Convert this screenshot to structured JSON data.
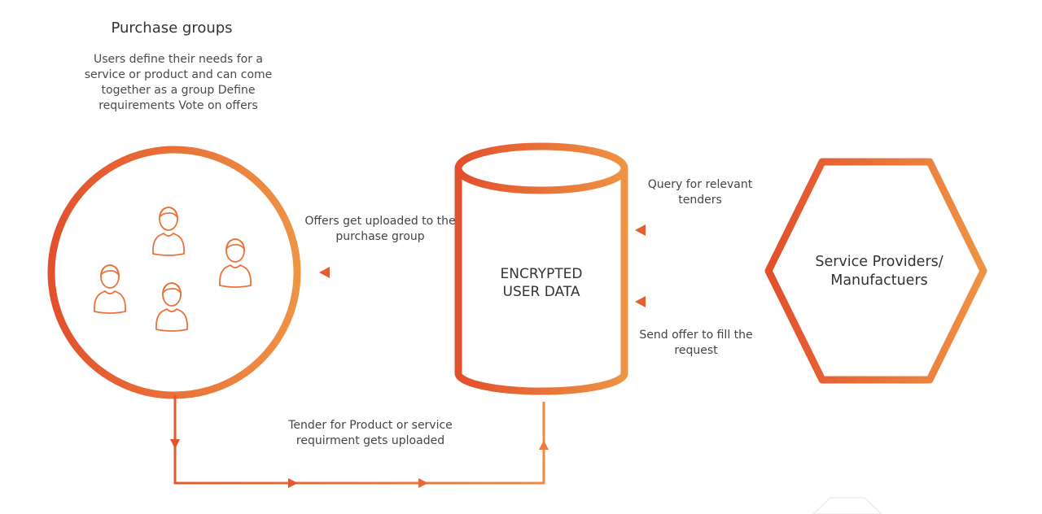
{
  "purchase_groups": {
    "title": "Purchase groups",
    "description": "Users define their needs for a service or product and can come together as a group Define requirements Vote on offers"
  },
  "database": {
    "label_line1": "ENCRYPTED",
    "label_line2": "USER DATA"
  },
  "providers": {
    "label_line1": "Service Providers/",
    "label_line2": "Manufactuers"
  },
  "flows": {
    "offers_uploaded": "Offers get uploaded to the purchase group",
    "query_tenders": "Query for relevant tenders",
    "send_offer": "Send offer to fill the request",
    "tender_uploaded": "Tender for Product or service requirment gets uploaded"
  },
  "colors": {
    "gradient_start": "#e2502c",
    "gradient_end": "#ee9344",
    "line": "#e9713a",
    "text": "#444444"
  },
  "icons": {
    "users": [
      "user-icon",
      "user-icon",
      "user-icon",
      "user-icon"
    ]
  }
}
